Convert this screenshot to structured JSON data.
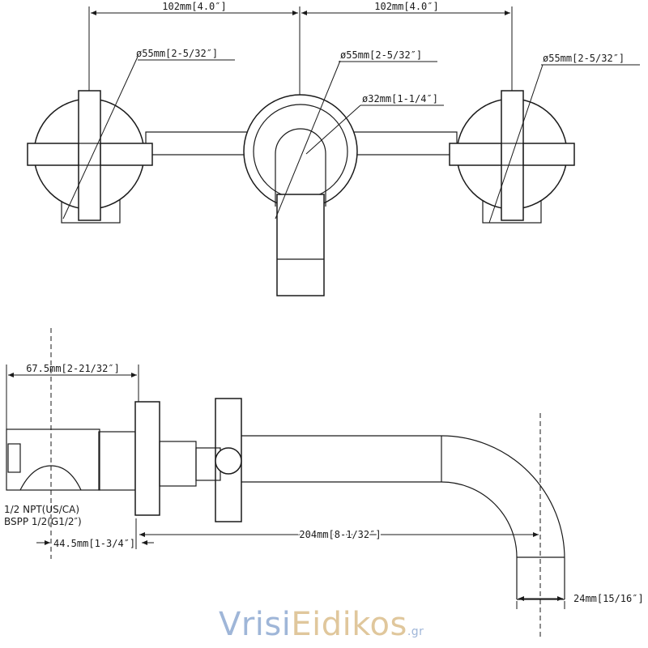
{
  "dimensions": {
    "spacing_left": "102mm[4.0″]",
    "spacing_right": "102mm[4.0″]",
    "handle_left_dia": "ø55mm[2-5/32″]",
    "escutcheon_center_dia": "ø55mm[2-5/32″]",
    "handle_right_dia": "ø55mm[2-5/32″]",
    "spout_dia": "ø32mm[1-1/4″]",
    "depth_behind_wall": "67.5mm[2-21/32″]",
    "thread_npt": "1/2 NPT(US/CA)",
    "thread_bspp": "BSPP 1/2(G1/2″)",
    "min_depth": "44.5mm[1-3/4″]",
    "spout_reach": "204mm[8-1/32″]",
    "spout_outlet": "24mm[15/16″]"
  },
  "logo": {
    "part1": "Vrisi",
    "part2": "Eidikos",
    "suffix": ".gr",
    "colors": {
      "primary": "#9fb6d8",
      "secondary": "#e0c79c"
    }
  }
}
